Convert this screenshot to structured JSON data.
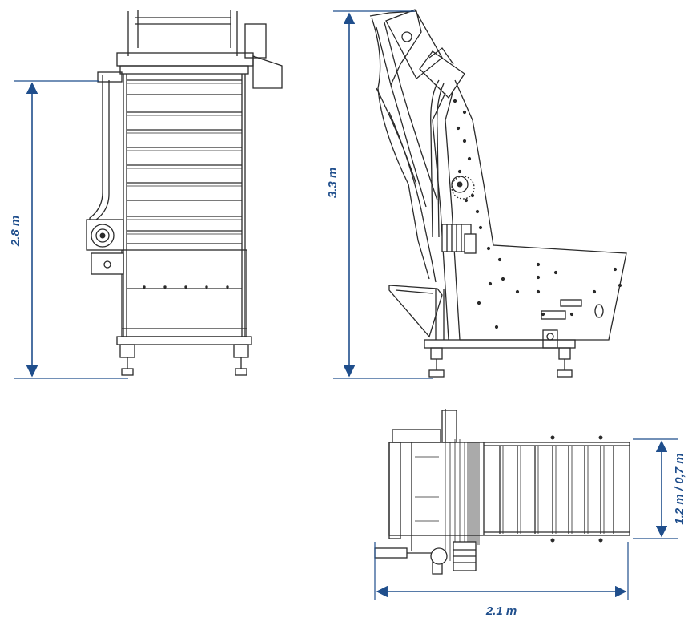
{
  "accent_color": "#1f4e8c",
  "dimensions": {
    "front_height": "2.8 m",
    "side_height": "3.3 m",
    "top_width": "1.2 m / 0,7 m",
    "top_length": "2.1 m"
  }
}
